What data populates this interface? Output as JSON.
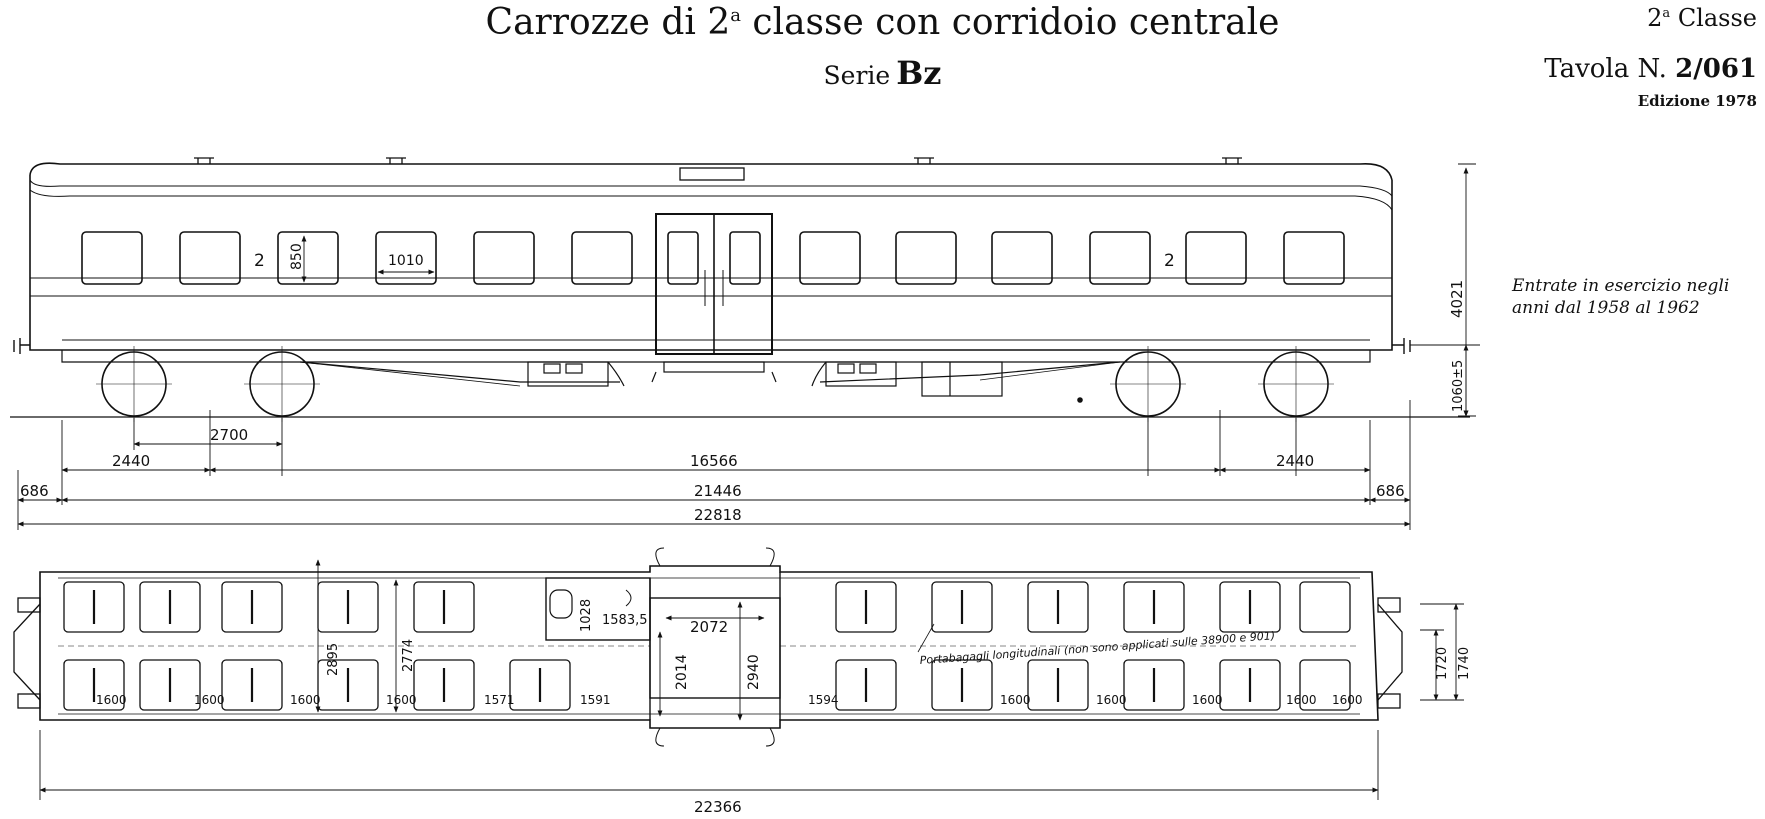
{
  "header": {
    "title_pre": "Carrozze di 2",
    "title_sup": "a",
    "title_post": " classe con corridoio centrale",
    "serie_label": "Serie",
    "serie_code": "Bz",
    "classe_num": "2",
    "classe_sup": "a",
    "classe_label": " Classe",
    "tavola_label": "Tavola N.",
    "tavola_num": "2/061",
    "edizione": "Edizione 1978"
  },
  "note": {
    "line1": "Entrate in esercizio negli",
    "line2": "anni dal 1958 al 1962"
  },
  "elevation": {
    "class_mark_left": "2",
    "class_mark_right": "2",
    "window_height": "850",
    "window_width": "1010",
    "height_total": "4021",
    "buffer_height": "1060±5"
  },
  "dimensions": {
    "bogie_wheelbase": "2700",
    "overhang_left": "2440",
    "bogie_centres": "16566",
    "overhang_right": "2440",
    "buffer_left": "686",
    "body_length": "21446",
    "buffer_right": "686",
    "length_over_buffers": "22818",
    "plan_length": "22366"
  },
  "plan": {
    "wc_width": "1028",
    "wc_length": "1583,5",
    "vestibule_length": "2072",
    "vestibule_width": "2014",
    "door_width": "2940",
    "corridor_width": "2895",
    "body_inner_width": "2774",
    "pitches_left": [
      "1600",
      "1600",
      "1600",
      "1600",
      "1571",
      "1591"
    ],
    "pitches_right": [
      "1594",
      "1600",
      "1600",
      "1600",
      "1600",
      "1600"
    ],
    "rack_note": "Portabagagli longitudinali (non sono applicati sulle 38900 e 901)",
    "width_inner": "1720",
    "width_outer": "1740"
  }
}
